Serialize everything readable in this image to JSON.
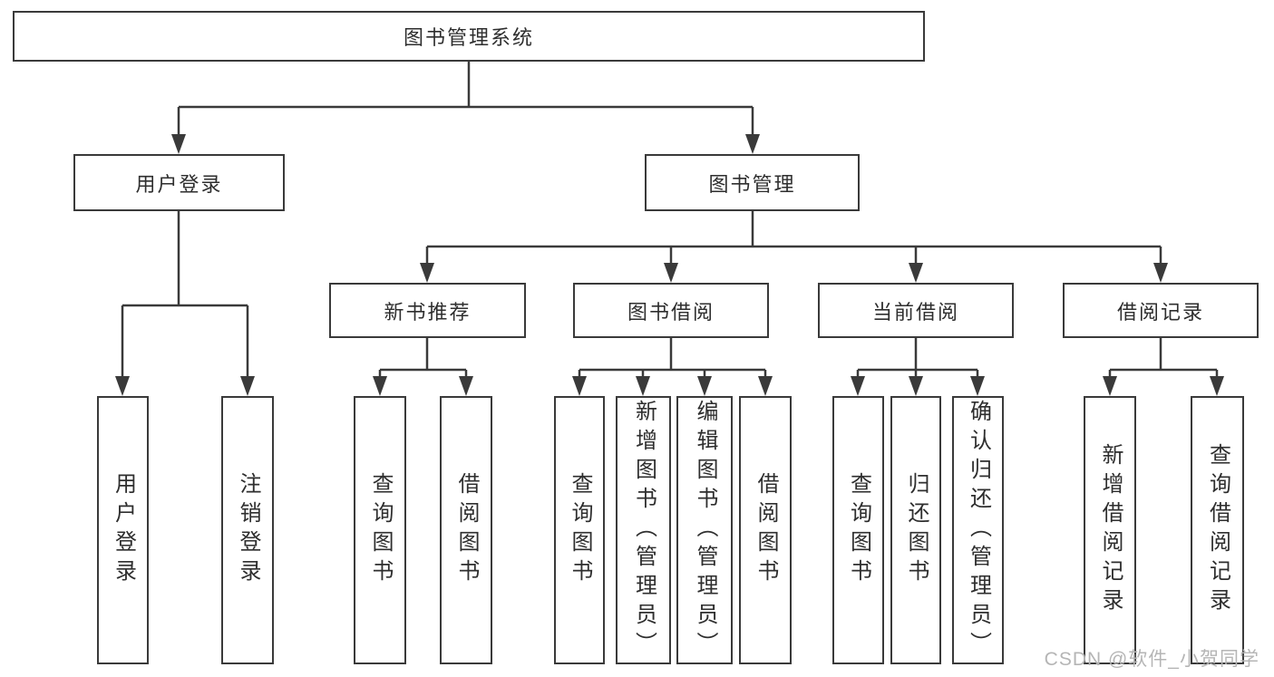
{
  "diagram": {
    "root": "图书管理系统",
    "branches": [
      {
        "label": "用户登录",
        "children": [
          "用户登录",
          "注销登录"
        ]
      },
      {
        "label": "图书管理",
        "sections": [
          {
            "label": "新书推荐",
            "children": [
              "查询图书",
              "借阅图书"
            ]
          },
          {
            "label": "图书借阅",
            "children": [
              "查询图书",
              "新增图书（管理员）",
              "编辑图书（管理员）",
              "借阅图书"
            ]
          },
          {
            "label": "当前借阅",
            "children": [
              "查询图书",
              "归还图书",
              "确认归还（管理员）"
            ]
          },
          {
            "label": "借阅记录",
            "children": [
              "新增借阅记录",
              "查询借阅记录"
            ]
          }
        ]
      }
    ]
  },
  "watermark": "CSDN @软件_小贺同学",
  "colors": {
    "line": "#3a3a3a",
    "box_border": "#3a3a3a",
    "text": "#2e2e2e",
    "watermark": "#b5b5b5",
    "background": "#ffffff"
  }
}
